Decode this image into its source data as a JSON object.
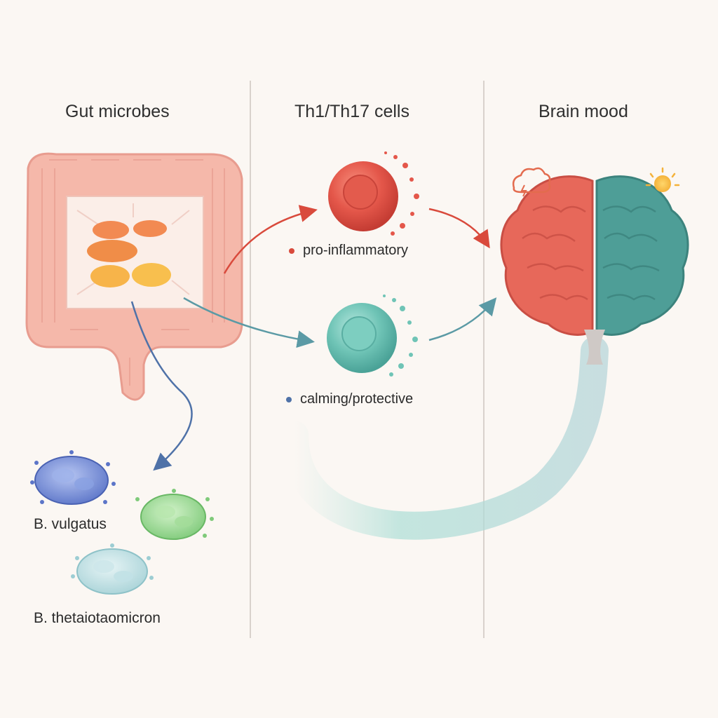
{
  "columns": {
    "gut": {
      "title": "Gut microbes"
    },
    "cells": {
      "title": "Th1/Th17 cells"
    },
    "brain": {
      "title": "Brain mood"
    }
  },
  "cell_labels": {
    "pro": "pro-inflammatory",
    "calm": "calming/protective"
  },
  "bacteria": {
    "vulgatus": "B. vulgatus",
    "theta": "B. thetaiotaomicron"
  },
  "colors": {
    "background": "#fbf7f3",
    "gut": "#f5b8aa",
    "pro_inflammatory": "#e4574a",
    "calming": "#6fc4b6",
    "arrow_red": "#d94a3c",
    "arrow_teal": "#5b9aa5",
    "arrow_blue": "#4f72a8",
    "brain_left": "#e7685a",
    "brain_right": "#4e9e97",
    "divider": "#d9d2cc"
  },
  "icons": [
    "intestine-icon",
    "t-cell-icon",
    "brain-icon",
    "sun-icon",
    "storm-cloud-icon",
    "bacterium-icon"
  ]
}
